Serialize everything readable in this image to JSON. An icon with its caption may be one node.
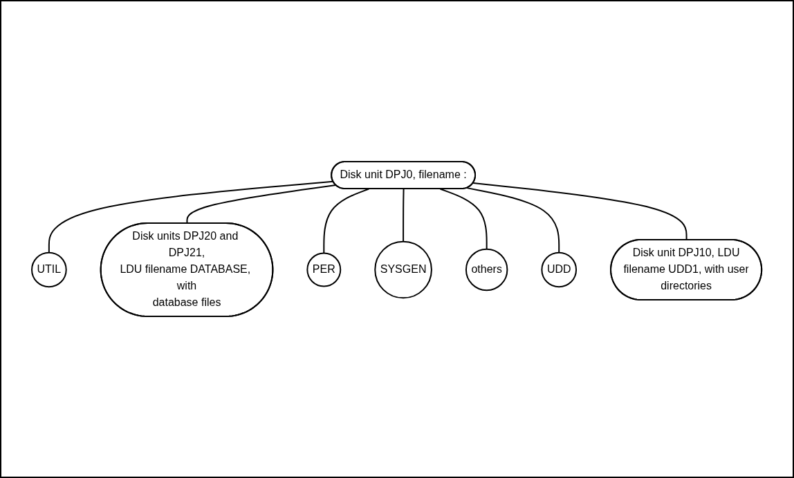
{
  "diagram": {
    "nodes": [
      {
        "text": [
          "Disk unit DPJ0, filename :"
        ]
      },
      {
        "text": [
          "UTIL"
        ]
      },
      {
        "text": [
          "PER"
        ]
      },
      {
        "text": [
          "SYSGEN"
        ]
      },
      {
        "text": [
          "others"
        ]
      },
      {
        "text": [
          "UDD"
        ]
      },
      {
        "text": [
          "Disk units DPJ20 and DPJ21, LDU filename DATABASE, with database files"
        ]
      },
      {
        "text": [
          "Disk unit DPJ10, LDU filename UDD1, with user directories"
        ]
      }
    ],
    "edges": [
      {
        "from": 0,
        "to": 1,
        "arrow": "none"
      },
      {
        "from": 0,
        "to": 6,
        "arrow": "none"
      },
      {
        "from": 0,
        "to": 2,
        "arrow": "none"
      },
      {
        "from": 0,
        "to": 3,
        "arrow": "none"
      },
      {
        "from": 0,
        "to": 4,
        "arrow": "none"
      },
      {
        "from": 0,
        "to": 5,
        "arrow": "none"
      },
      {
        "from": 0,
        "to": 7,
        "arrow": "none"
      }
    ]
  }
}
